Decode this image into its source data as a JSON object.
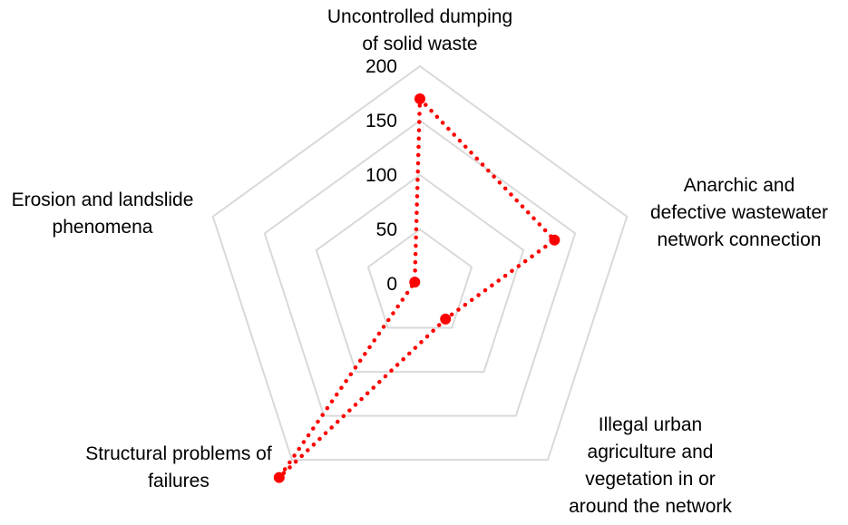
{
  "chart_data": {
    "type": "radar",
    "title": "",
    "categories": [
      "Uncontrolled dumping of solid waste",
      "Anarchic and defective wastewater network connection",
      "Illegal urban agriculture and vegetation in or around the network",
      "Structural problems of failures",
      "Erosion and landslide phenomena"
    ],
    "category_lines": [
      [
        "Uncontrolled dumping",
        "of solid waste"
      ],
      [
        "Anarchic and",
        "defective wastewater",
        "network connection"
      ],
      [
        "Illegal urban",
        "agriculture and",
        "vegetation in or",
        "around the network"
      ],
      [
        "Structural problems of",
        "failures"
      ],
      [
        "Erosion and landslide",
        "phenomena"
      ]
    ],
    "ticks": [
      "0",
      "50",
      "100",
      "150",
      "200"
    ],
    "rlim": [
      0,
      200
    ],
    "series": [
      {
        "values": [
          170,
          130,
          40,
          220,
          5
        ],
        "color": "#ff0000",
        "line_style": "dotted",
        "marker": "circle"
      }
    ],
    "grid": true,
    "grid_color": "#d9d9d9"
  }
}
